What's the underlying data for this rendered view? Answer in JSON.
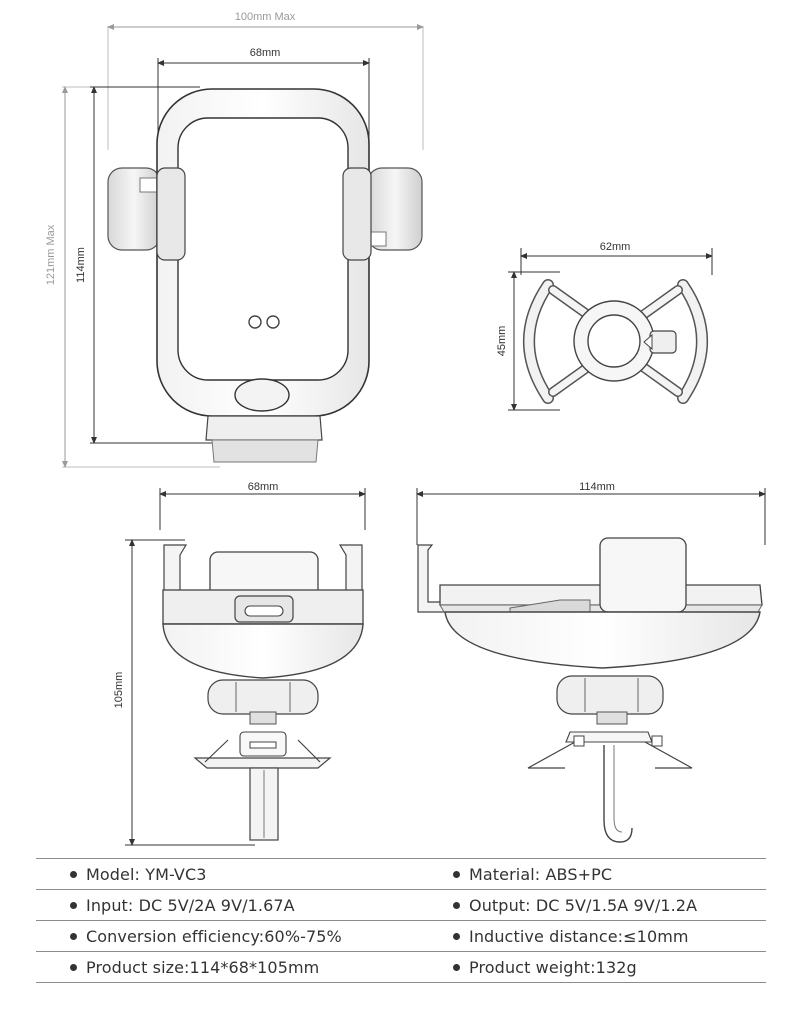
{
  "dimensions": {
    "front_width_max": "100mm Max",
    "front_width": "68mm",
    "front_height_max": "121mm Max",
    "front_height": "114mm",
    "mount_width": "62mm",
    "mount_height": "45mm",
    "bottom_width": "68mm",
    "bottom_height": "105mm",
    "side_width": "114mm"
  },
  "specs": [
    {
      "left": "Model: YM-VC3",
      "right": "Material: ABS+PC"
    },
    {
      "left": "Input: DC 5V/2A 9V/1.67A",
      "right": "Output: DC 5V/1.5A  9V/1.2A"
    },
    {
      "left": "Conversion efficiency:60%-75%",
      "right": "Inductive distance:≤10mm"
    },
    {
      "left": "Product size:114*68*105mm",
      "right": "Product weight:132g"
    }
  ]
}
